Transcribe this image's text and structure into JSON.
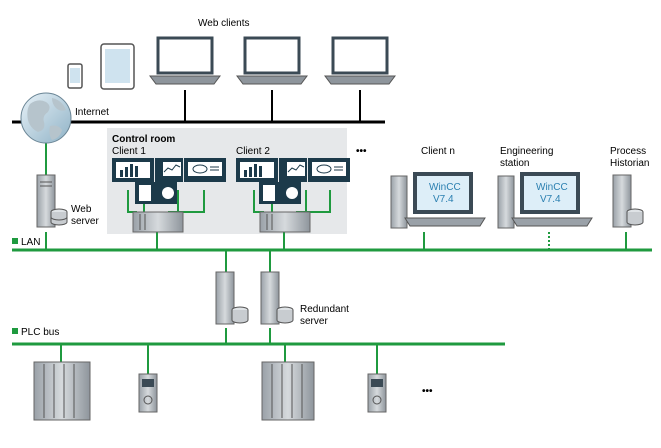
{
  "labels": {
    "web_clients": "Web clients",
    "internet": "Internet",
    "control_room": "Control room",
    "client1": "Client 1",
    "client2": "Client 2",
    "client_n": "Client n",
    "engineering_1": "Engineering",
    "engineering_2": "station",
    "historian_1": "Process",
    "historian_2": "Historian",
    "web_server_1": "Web",
    "web_server_2": "server",
    "lan": "LAN",
    "redundant_1": "Redundant",
    "redundant_2": "server",
    "plc_bus": "PLC bus",
    "ellipsis": "•••"
  },
  "screens": {
    "client_n_line1": "WinCC",
    "client_n_line2": "V7.4",
    "eng_line1": "WinCC",
    "eng_line2": "V7.4"
  },
  "colors": {
    "bus_green": "#1f9a3f",
    "line_black": "#000000",
    "control_room_bg": "#e6e8ea",
    "screen_fill": "#ddeef8",
    "screen_text": "#2a7fb0",
    "device_body": "#c8ccd0",
    "monitor_dark": "#1c3a4a",
    "square_marker": "#1f9a3f"
  }
}
